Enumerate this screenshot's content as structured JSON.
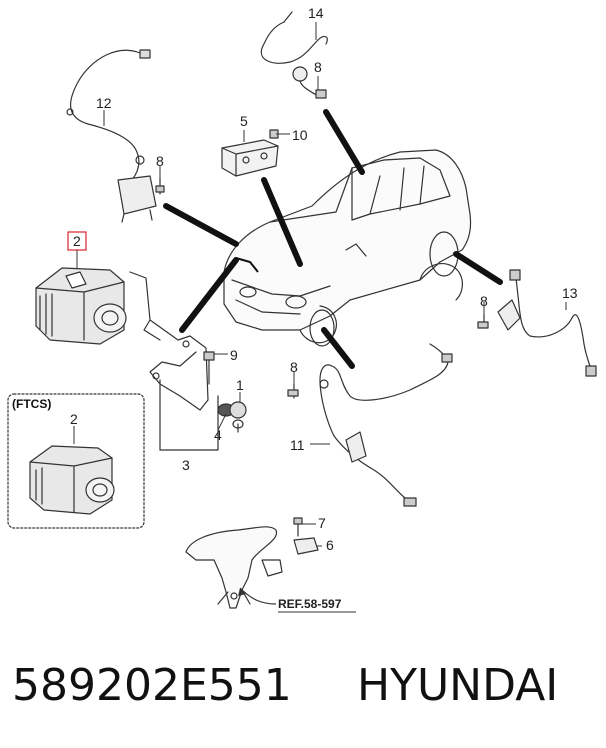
{
  "callouts": {
    "c14": "14",
    "c8_top": "8",
    "c12": "12",
    "c5": "5",
    "c10": "10",
    "c8_left": "8",
    "c2_main": "2",
    "c9": "9",
    "c1": "1",
    "c4": "4",
    "c3": "3",
    "c8_mid": "8",
    "c11": "11",
    "c8_right": "8",
    "c13": "13",
    "c7": "7",
    "c6": "6",
    "c2_ftcs": "2"
  },
  "ftcs_label": "(FTCS)",
  "reference": "REF.58-597",
  "caption": {
    "part_number": "589202E551",
    "brand": "HYUNDAI"
  },
  "colors": {
    "highlight_box": "#d9262c",
    "line_art": "#333333",
    "leader_black": "#111111"
  }
}
